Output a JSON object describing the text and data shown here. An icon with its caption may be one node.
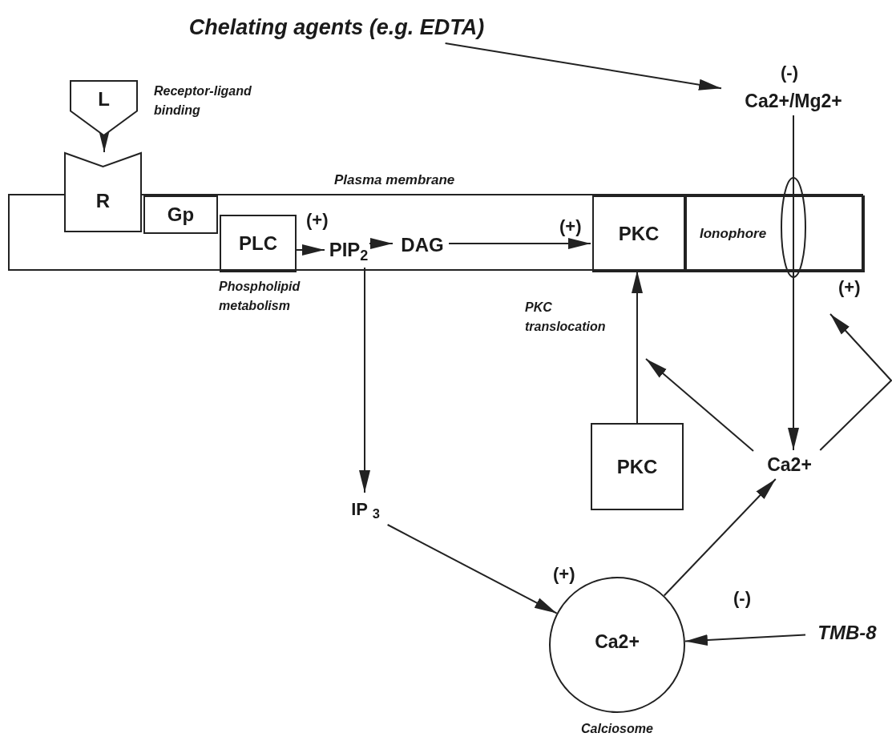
{
  "diagram": {
    "nodes": [
      {
        "text": [
          "Plasma membrane"
        ]
      },
      {
        "text": [
          "L"
        ],
        "beside": [
          "Receptor-ligand binding"
        ]
      },
      {
        "text": [
          "R"
        ]
      },
      {
        "text": [
          "Gp"
        ],
        "in": 0
      },
      {
        "text": [
          "PLC"
        ],
        "in": 0
      },
      {
        "text": [
          "PIP$_{2}$"
        ],
        "in": 0
      },
      {
        "text": [
          "DAG"
        ],
        "in": 0
      },
      {
        "text": [
          "PKC"
        ],
        "in": 0
      },
      {
        "text": [
          "Ionophore"
        ],
        "in": 0
      },
      {
        "text": [
          "Chelating agents (e.g. EDTA)"
        ]
      },
      {
        "text": [
          "Ca2+/Mg2+"
        ]
      },
      {
        "text": [
          "IP $_{3}$"
        ]
      },
      {
        "text": [
          "PKC"
        ]
      },
      {
        "text": [
          "Ca2+"
        ]
      },
      {
        "text": [
          "Ca2+"
        ],
        "beside": [
          "Calciosome"
        ]
      },
      {
        "text": [
          "TMB-8"
        ]
      }
    ],
    "edges": [
      {
        "from": 1,
        "to": 2,
        "arrow": "to"
      },
      {
        "from": 4,
        "to": 5,
        "arrow": "to"
      },
      {
        "from": 5,
        "to": 6,
        "arrow": "to"
      },
      {
        "from": 6,
        "to": 7,
        "arrow": "to"
      },
      {
        "from": 5,
        "to": 11,
        "arrow": "to"
      },
      {
        "from": 11,
        "to": 14,
        "arrow": "to"
      },
      {
        "from": 9,
        "to": 10,
        "arrow": "to"
      },
      {
        "from": 10,
        "to": 8,
        "arrow": "none"
      },
      {
        "from": 8,
        "to": 13,
        "arrow": "to"
      },
      {
        "from": 14,
        "to": 13,
        "arrow": "to"
      },
      {
        "from": 13,
        "to": null,
        "arrow": "to"
      },
      {
        "from": 13,
        "to": null,
        "arrow": "to"
      },
      {
        "from": 12,
        "to": 7,
        "arrow": "to"
      },
      {
        "from": 15,
        "to": 14,
        "arrow": "to"
      }
    ],
    "labels": [
      "(-)",
      "(+)",
      "(+)",
      "Phospholipid metabolism",
      "(+)",
      "PKC translocation",
      "(+)",
      "(-)"
    ]
  }
}
